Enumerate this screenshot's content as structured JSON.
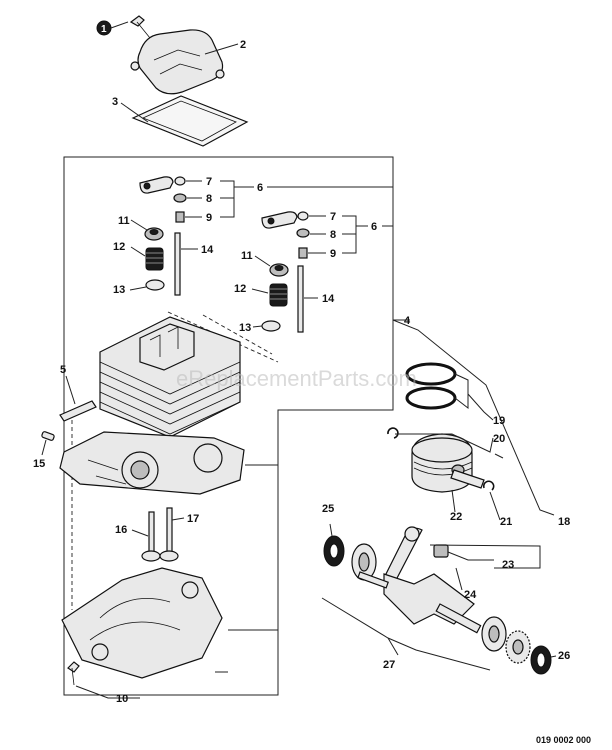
{
  "callouts": {
    "c1": "1",
    "c2": "2",
    "c3": "3",
    "c4": "4",
    "c5": "5",
    "c6a": "6",
    "c6b": "6",
    "c7a": "7",
    "c7b": "7",
    "c8a": "8",
    "c8b": "8",
    "c9a": "9",
    "c9b": "9",
    "c10": "10",
    "c11a": "11",
    "c11b": "11",
    "c12a": "12",
    "c12b": "12",
    "c13a": "13",
    "c13b": "13",
    "c14a": "14",
    "c14b": "14",
    "c15": "15",
    "c16": "16",
    "c17": "17",
    "c18": "18",
    "c19": "19",
    "c20": "20",
    "c21": "21",
    "c22": "22",
    "c23": "23",
    "c24": "24",
    "c25": "25",
    "c26": "26",
    "c27": "27"
  },
  "watermark": "eReplacementParts.com",
  "doc_number": "019 0002 000"
}
